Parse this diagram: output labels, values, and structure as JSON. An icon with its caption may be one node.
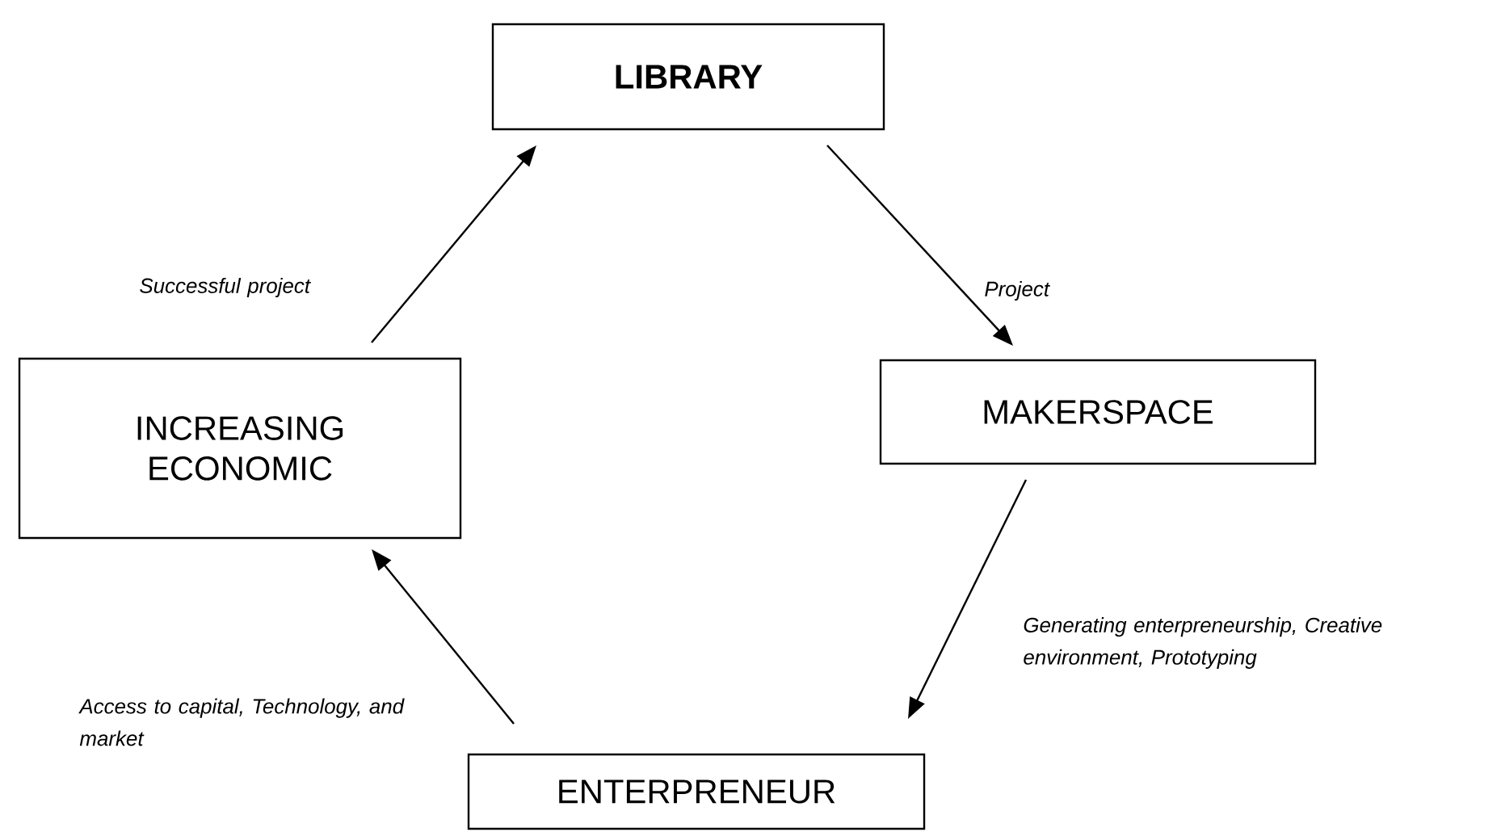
{
  "diagram": {
    "nodes": [
      {
        "text": [
          "LIBRARY"
        ]
      },
      {
        "text": [
          "MAKERSPACE"
        ]
      },
      {
        "text": [
          "ENTERPRENEUR"
        ]
      },
      {
        "text": [
          "INCREASING ECONOMIC"
        ]
      }
    ],
    "edges": [
      {
        "from": 0,
        "to": 1,
        "arrow": "to",
        "label": "Project"
      },
      {
        "from": 1,
        "to": 2,
        "arrow": "to",
        "label": "Generating enterpreneurship, Creative environment, Prototyping"
      },
      {
        "from": 2,
        "to": 3,
        "arrow": "to",
        "label": "Access to capital, Technology, and market"
      },
      {
        "from": 3,
        "to": 0,
        "arrow": "to",
        "label": "Successful project"
      }
    ]
  }
}
